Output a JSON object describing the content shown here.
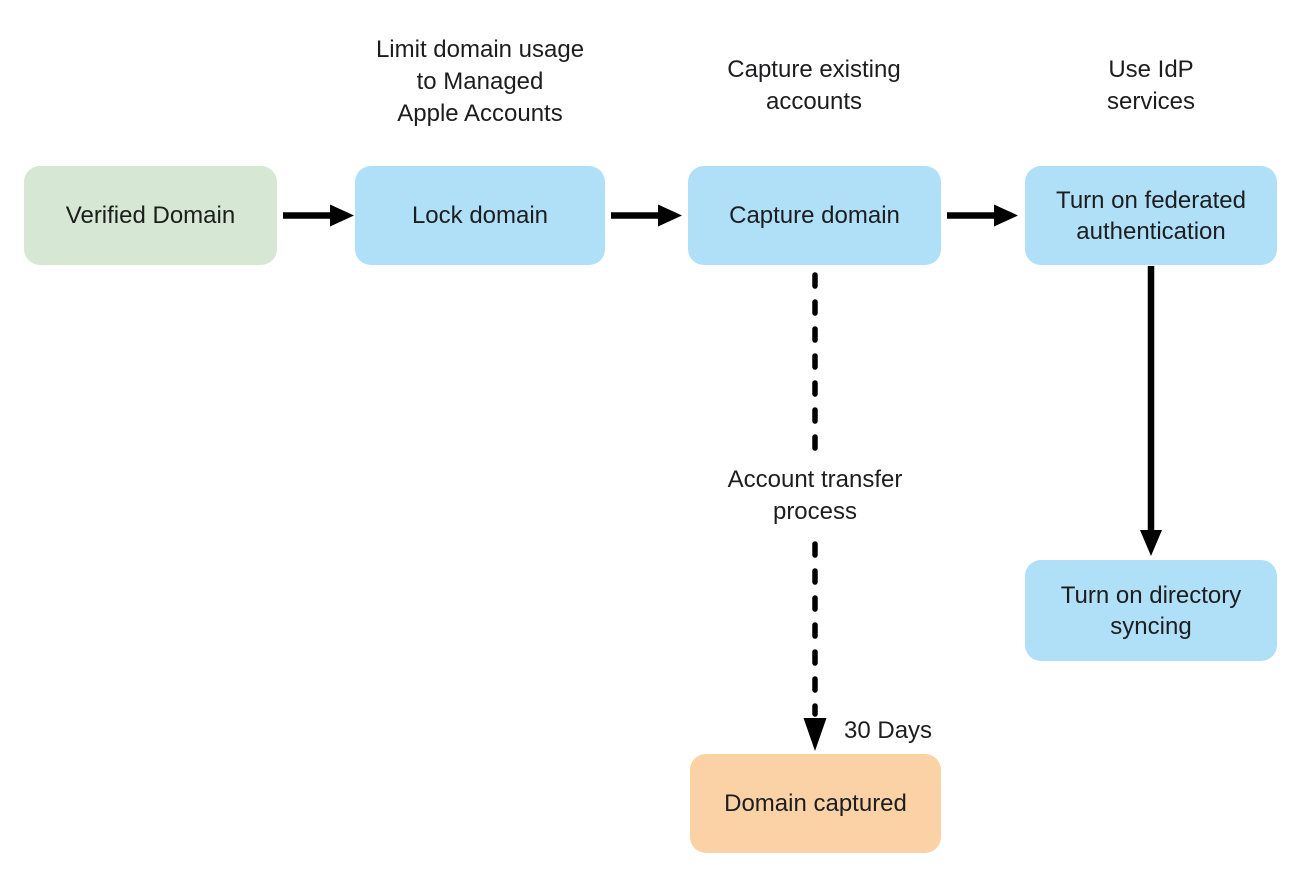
{
  "flowchart": {
    "colors": {
      "background": "#ffffff",
      "text": "#1d1d1f",
      "arrow": "#000000",
      "green_fill": "#d6e8d3",
      "blue_fill": "#afe0f7",
      "orange_fill": "#fad2a6"
    },
    "boxes": {
      "verified_domain": {
        "label": "Verified Domain",
        "fill": "#d6e8d3"
      },
      "lock_domain": {
        "label": "Lock domain",
        "fill": "#afe0f7"
      },
      "capture_domain": {
        "label": "Capture domain",
        "fill": "#afe0f7"
      },
      "federated_authentication": {
        "label": "Turn on federated\nauthentication",
        "fill": "#afe0f7"
      },
      "directory_syncing": {
        "label": "Turn on directory\nsyncing",
        "fill": "#afe0f7"
      },
      "domain_captured": {
        "label": "Domain captured",
        "fill": "#fad2a6"
      }
    },
    "labels": {
      "limit_domain_usage": "Limit domain usage\nto Managed\nApple Accounts",
      "capture_existing": "Capture existing\naccounts",
      "use_idp": "Use IdP\nservices",
      "account_transfer": "Account transfer\nprocess",
      "thirty_days": "30 Days"
    },
    "edges": [
      {
        "from": "verified_domain",
        "to": "lock_domain",
        "style": "solid"
      },
      {
        "from": "lock_domain",
        "to": "capture_domain",
        "style": "solid"
      },
      {
        "from": "capture_domain",
        "to": "federated_authentication",
        "style": "solid"
      },
      {
        "from": "federated_authentication",
        "to": "directory_syncing",
        "style": "solid"
      },
      {
        "from": "capture_domain",
        "to": "domain_captured",
        "style": "dashed",
        "label": "Account transfer\nprocess",
        "duration": "30 Days"
      }
    ]
  }
}
